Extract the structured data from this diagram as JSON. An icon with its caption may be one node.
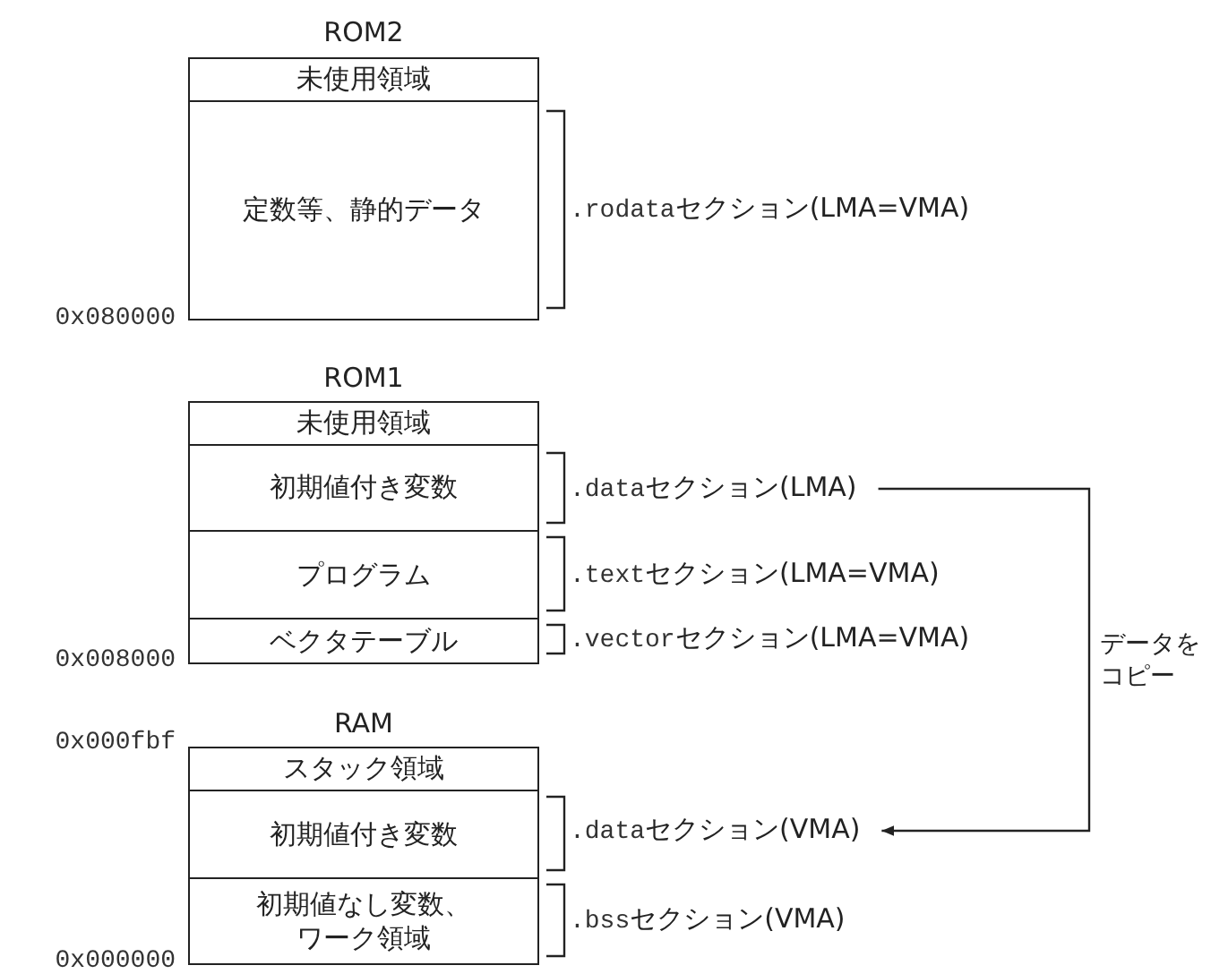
{
  "diagram": {
    "nodes": [
      {
        "text": [
          "ROM2"
        ]
      },
      {
        "text": [
          "未使用領域"
        ],
        "in": 0
      },
      {
        "text": [
          "定数等、静的データ"
        ],
        "in": 0
      },
      {
        "text": [
          "ROM1"
        ]
      },
      {
        "text": [
          "未使用領域"
        ],
        "in": 3
      },
      {
        "text": [
          "初期値付き変数"
        ],
        "in": 3
      },
      {
        "text": [
          "プログラム"
        ],
        "in": 3
      },
      {
        "text": [
          "ベクタテーブル"
        ],
        "in": 3
      },
      {
        "text": [
          "RAM"
        ]
      },
      {
        "text": [
          "スタック領域"
        ],
        "in": 8
      },
      {
        "text": [
          "初期値付き変数"
        ],
        "in": 8
      },
      {
        "text": [
          "初期値なし変数、ワーク領域"
        ],
        "in": 8
      },
      {
        "text": [
          ".dataセクション(LMA)"
        ]
      },
      {
        "text": [
          ".dataセクション(VMA)"
        ]
      }
    ],
    "edges": [
      {
        "from": 12,
        "to": 13,
        "arrow": "to",
        "label": "データをコピー"
      }
    ],
    "labels": [
      ".rodataセクション(LMA=VMA)",
      "0x080000",
      ".textセクション(LMA=VMA)",
      ".vectorセクション(LMA=VMA)",
      "0x008000",
      "0x000fbf",
      ".bssセクション(VMA)",
      "0x000000"
    ]
  }
}
